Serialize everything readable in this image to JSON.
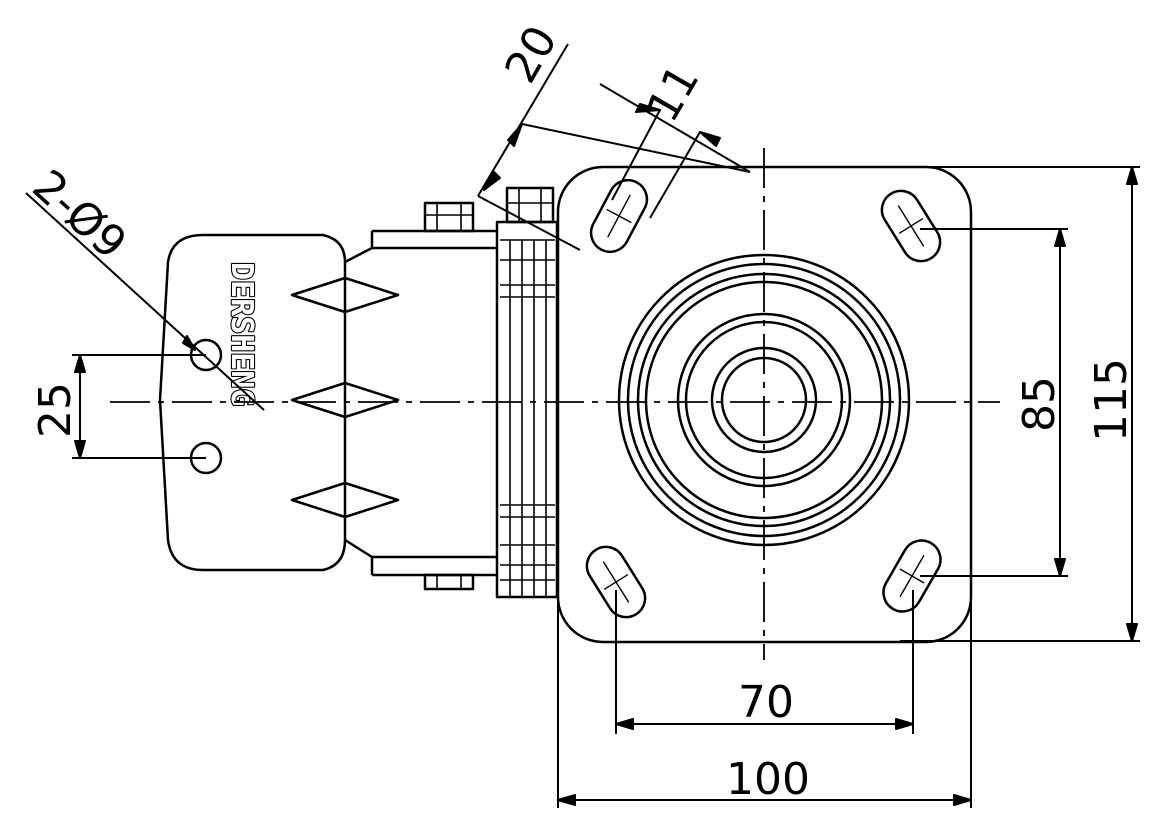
{
  "brand": "DERSHENG",
  "dimensions": {
    "bolt_hole_label": "2-Ø9",
    "bolt_hole_spacing": "25",
    "slot_length": "20",
    "slot_width": "11",
    "plate_hole_spacing_vertical": "85",
    "plate_height": "115",
    "plate_hole_spacing_horizontal": "70",
    "plate_width": "100"
  }
}
